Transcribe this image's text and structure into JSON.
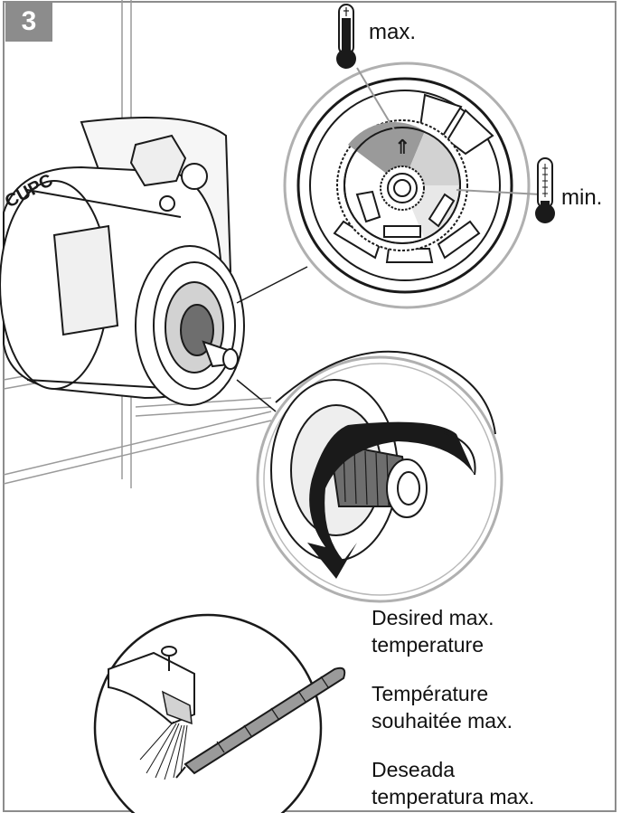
{
  "step": {
    "number": "3"
  },
  "thermometer_max": {
    "label": "max."
  },
  "thermometer_min": {
    "label": "min."
  },
  "dial": {
    "arrow_glyph": "⇑"
  },
  "captions": {
    "en": "Desired max.\ntemperature",
    "fr": "Température\nsouhaitée max.",
    "es": "Deseada\ntemperatura max."
  },
  "icons": {
    "thermometer": "thermometer-icon",
    "arrow": "up-arrow-icon"
  },
  "colors": {
    "line": "#1a1a1a",
    "grey_light": "#d2d2d2",
    "grey_mid": "#9a9a9a",
    "grey_dark": "#6e6e6e",
    "badge": "#8c8c8c",
    "frame": "#b0b0b0"
  }
}
